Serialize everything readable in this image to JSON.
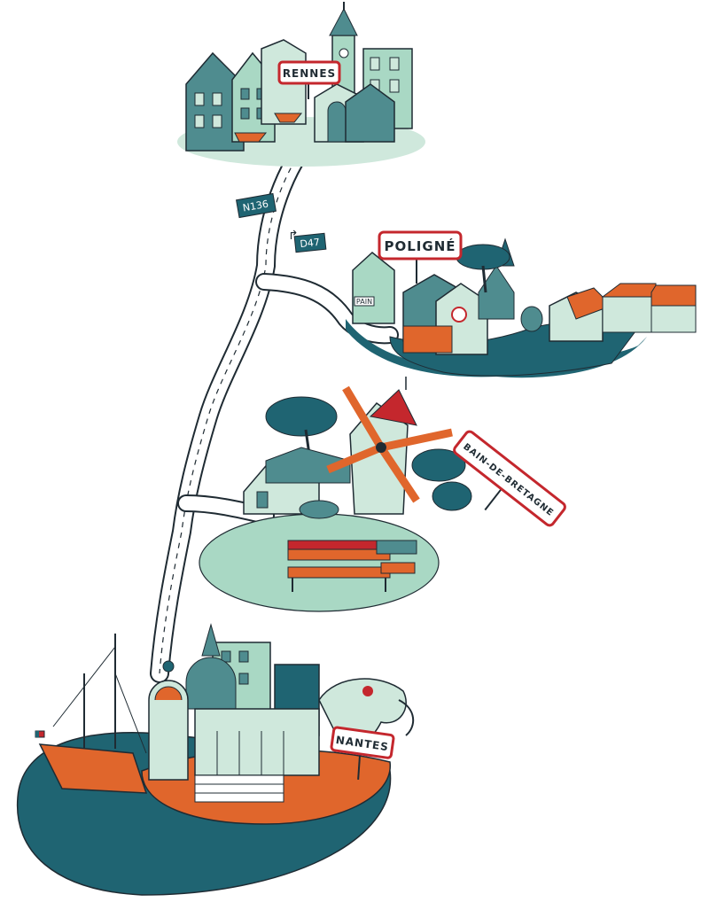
{
  "cities": {
    "rennes": "RENNES",
    "poligne": "POLIGNÉ",
    "bain": "BAIN-DE-BRETAGNE",
    "nantes": "NANTES"
  },
  "road_signs": {
    "n136": "N136",
    "d47": "D47"
  },
  "shop_sign": "PAIN",
  "colors": {
    "teal_dark": "#1f6472",
    "teal_mid": "#4f8c8f",
    "mint": "#a9d8c4",
    "pale_green": "#cfe8dc",
    "orange": "#e0662c",
    "sign_red": "#c4272d",
    "road_white": "#ffffff",
    "outline": "#1f2b33"
  }
}
